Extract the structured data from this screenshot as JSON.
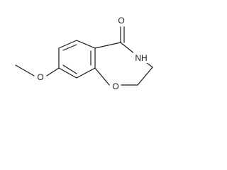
{
  "molecule": {
    "atoms": {
      "carbonyl_oxygen": "O",
      "amide_nitrogen": "NH",
      "ring_oxygen": "O",
      "methoxy_oxygen": "O"
    },
    "colors": {
      "ink": "#1a1a1a",
      "background": "#ffffff"
    }
  }
}
